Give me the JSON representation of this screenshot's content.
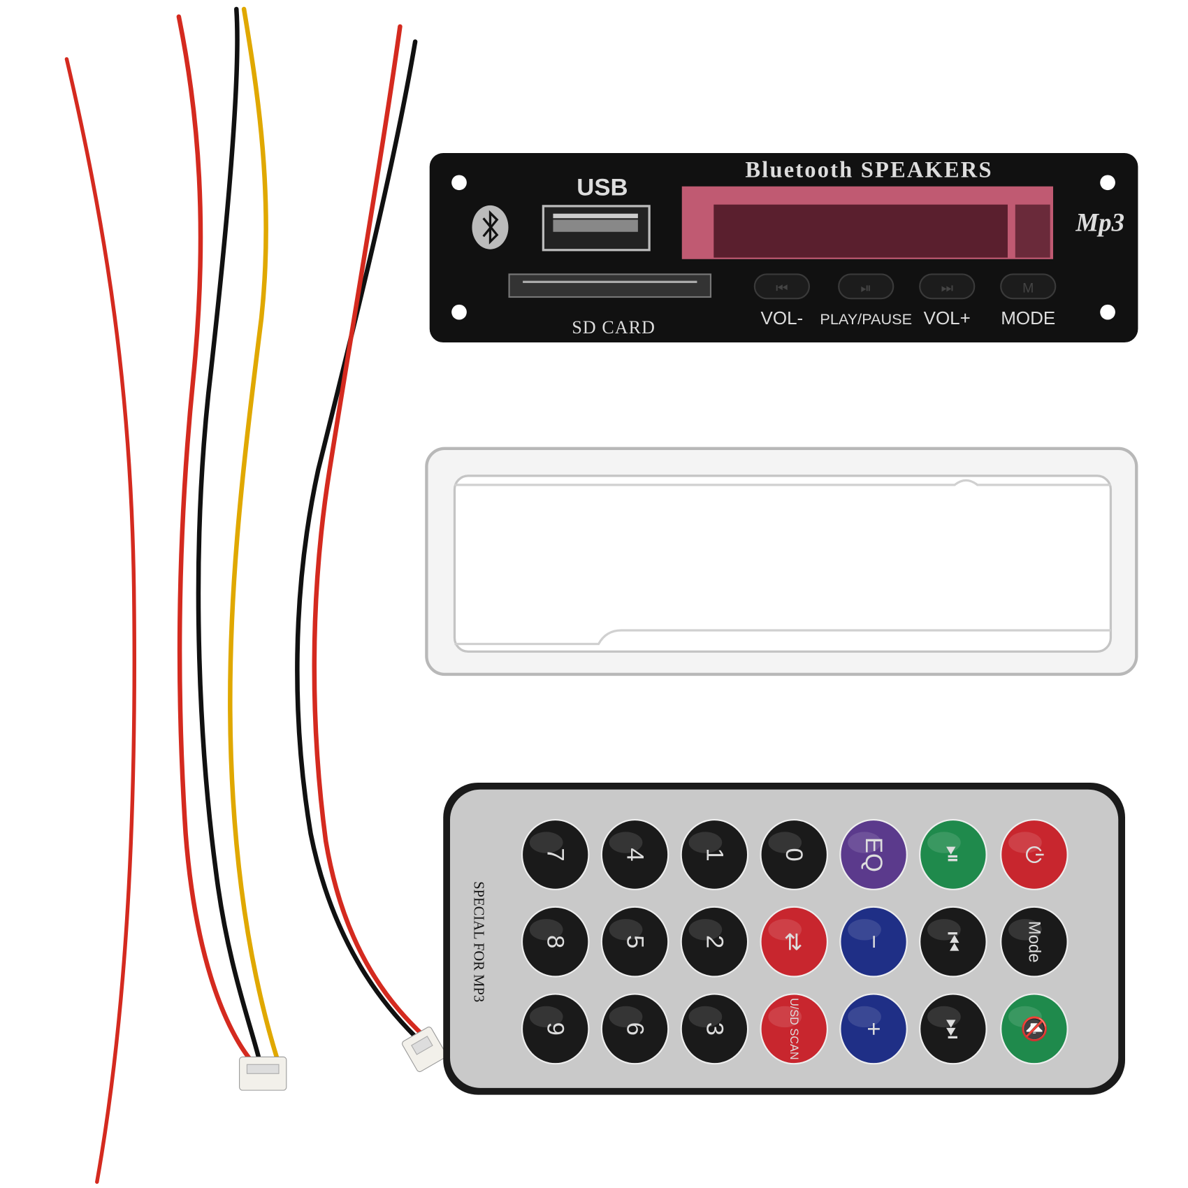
{
  "panel": {
    "title": "Bluetooth SPEAKERS",
    "usb_label": "USB",
    "sd_label": "SD CARD",
    "logo": "Mp3",
    "buttons": [
      {
        "label": "VOL-",
        "icon": "previous-icon"
      },
      {
        "label": "PLAY/PAUSE",
        "icon": "play-pause-icon"
      },
      {
        "label": "VOL+",
        "icon": "next-icon"
      },
      {
        "label": "MODE",
        "icon": "mode-m-icon"
      }
    ],
    "display_color": "#c05a72",
    "body_color": "#111111"
  },
  "remote": {
    "side_text": "SPECIAL FOR MP3",
    "rows": [
      [
        {
          "label": "7",
          "color": "#1a1a1a"
        },
        {
          "label": "4",
          "color": "#1a1a1a"
        },
        {
          "label": "1",
          "color": "#1a1a1a"
        },
        {
          "label": "0",
          "color": "#1a1a1a"
        },
        {
          "label": "EQ",
          "color": "#5b3a8c"
        },
        {
          "label": "",
          "icon": "play-pause-icon",
          "color": "#1f8a4c"
        },
        {
          "label": "",
          "icon": "power-icon",
          "color": "#c8262e"
        }
      ],
      [
        {
          "label": "8",
          "color": "#1a1a1a"
        },
        {
          "label": "5",
          "color": "#1a1a1a"
        },
        {
          "label": "2",
          "color": "#1a1a1a"
        },
        {
          "label": "",
          "icon": "repeat-icon",
          "color": "#c8262e"
        },
        {
          "label": "−",
          "color": "#1f2f86"
        },
        {
          "label": "",
          "icon": "previous-icon",
          "color": "#1a1a1a"
        },
        {
          "label": "Mode",
          "color": "#1a1a1a"
        }
      ],
      [
        {
          "label": "9",
          "color": "#1a1a1a"
        },
        {
          "label": "6",
          "color": "#1a1a1a"
        },
        {
          "label": "3",
          "color": "#1a1a1a"
        },
        {
          "label": "U/SD SCAN",
          "color": "#c8262e"
        },
        {
          "label": "+",
          "color": "#1f2f86"
        },
        {
          "label": "",
          "icon": "next-icon",
          "color": "#1a1a1a"
        },
        {
          "label": "",
          "icon": "mute-icon",
          "color": "#1f8a4c"
        }
      ]
    ]
  },
  "wire_colors": {
    "red": "#d42a1f",
    "black": "#111111",
    "yellow": "#e0a800"
  }
}
